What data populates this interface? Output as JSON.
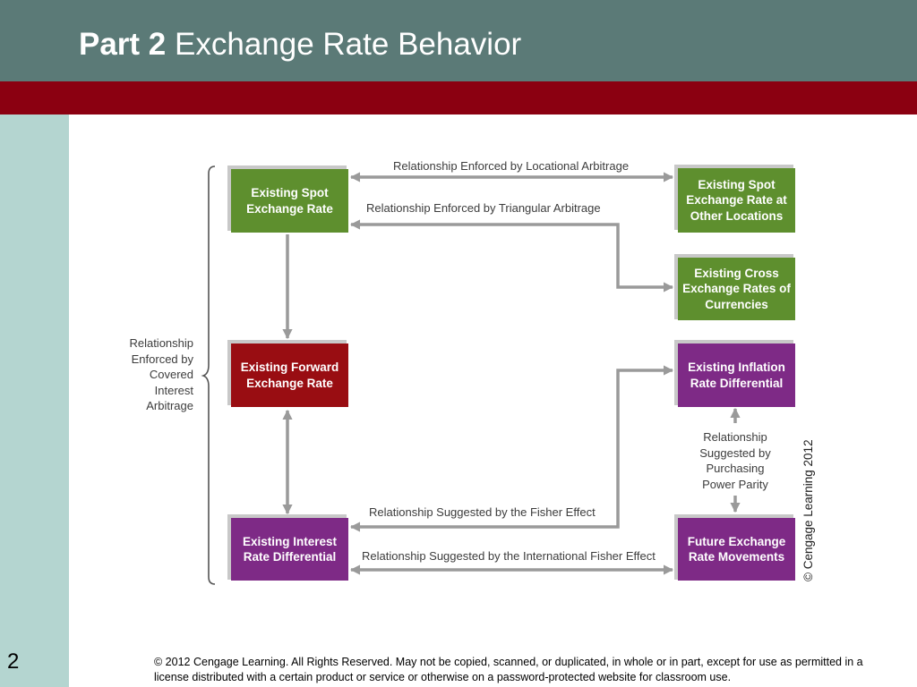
{
  "slide": {
    "title_bold": "Part 2",
    "title_rest": "Exchange Rate Behavior",
    "number": "2",
    "footer": "© 2012 Cengage Learning. All Rights Reserved. May not be copied, scanned, or duplicated, in whole or in part, except for use as permitted in a license distributed with a certain product or service or otherwise on a password-protected website for classroom use."
  },
  "diagram": {
    "boxes": {
      "spot": "Existing Spot Exchange Rate",
      "spot_other": "Existing Spot Exchange Rate at Other Locations",
      "cross": "Existing Cross Exchange Rates of Currencies",
      "forward": "Existing Forward Exchange Rate",
      "inflation": "Existing Inflation Rate Differential",
      "interest": "Existing Interest Rate Differential",
      "future": "Future Exchange Rate Movements"
    },
    "labels": {
      "locational": "Relationship Enforced by Locational Arbitrage",
      "triangular": "Relationship Enforced by Triangular Arbitrage",
      "covered": "Relationship Enforced by Covered Interest Arbitrage",
      "ppp": "Relationship Suggested by Purchasing Power Parity",
      "fisher": "Relationship Suggested by the Fisher Effect",
      "ife": "Relationship Suggested by the International Fisher Effect"
    },
    "copyright": "© Cengage Learning 2012",
    "colors": {
      "header": "#5b7a77",
      "band": "#8b0011",
      "side": "#b4d5d0",
      "green_box": "#5e8f2e",
      "red_box": "#990d12",
      "purple_box": "#7e2a86",
      "arrow": "#9a9a9a"
    }
  }
}
